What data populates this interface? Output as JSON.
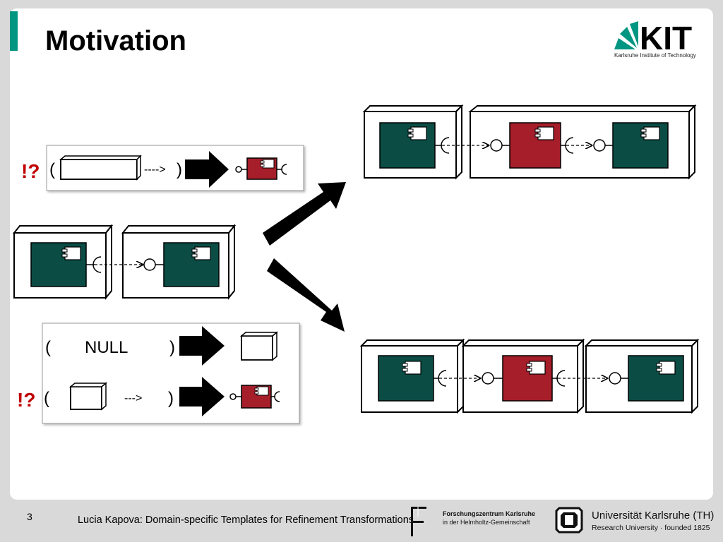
{
  "slide": {
    "title": "Motivation",
    "page_number": "3",
    "footer_text": "Lucia Kapova: Domain-specific Templates for Refinement Transformations"
  },
  "logos": {
    "kit_letters": "KIT",
    "kit_subtitle": "Karlsruhe Institute of Technology",
    "fzk_line1": "Forschungszentrum Karlsruhe",
    "fzk_line2": "in der Helmholtz-Gemeinschaft",
    "uka_line1": "Universität Karlsruhe (TH)",
    "uka_line2": "Research University · founded 1825"
  },
  "diagram": {
    "marker": "!?",
    "null_label": "NULL",
    "open_paren": "(",
    "close_paren": ")",
    "arrow_label": "---->",
    "arrow_label_short": "--->",
    "colors": {
      "green": "#0b4d45",
      "red": "#a51e2a",
      "accent": "#009682"
    }
  }
}
